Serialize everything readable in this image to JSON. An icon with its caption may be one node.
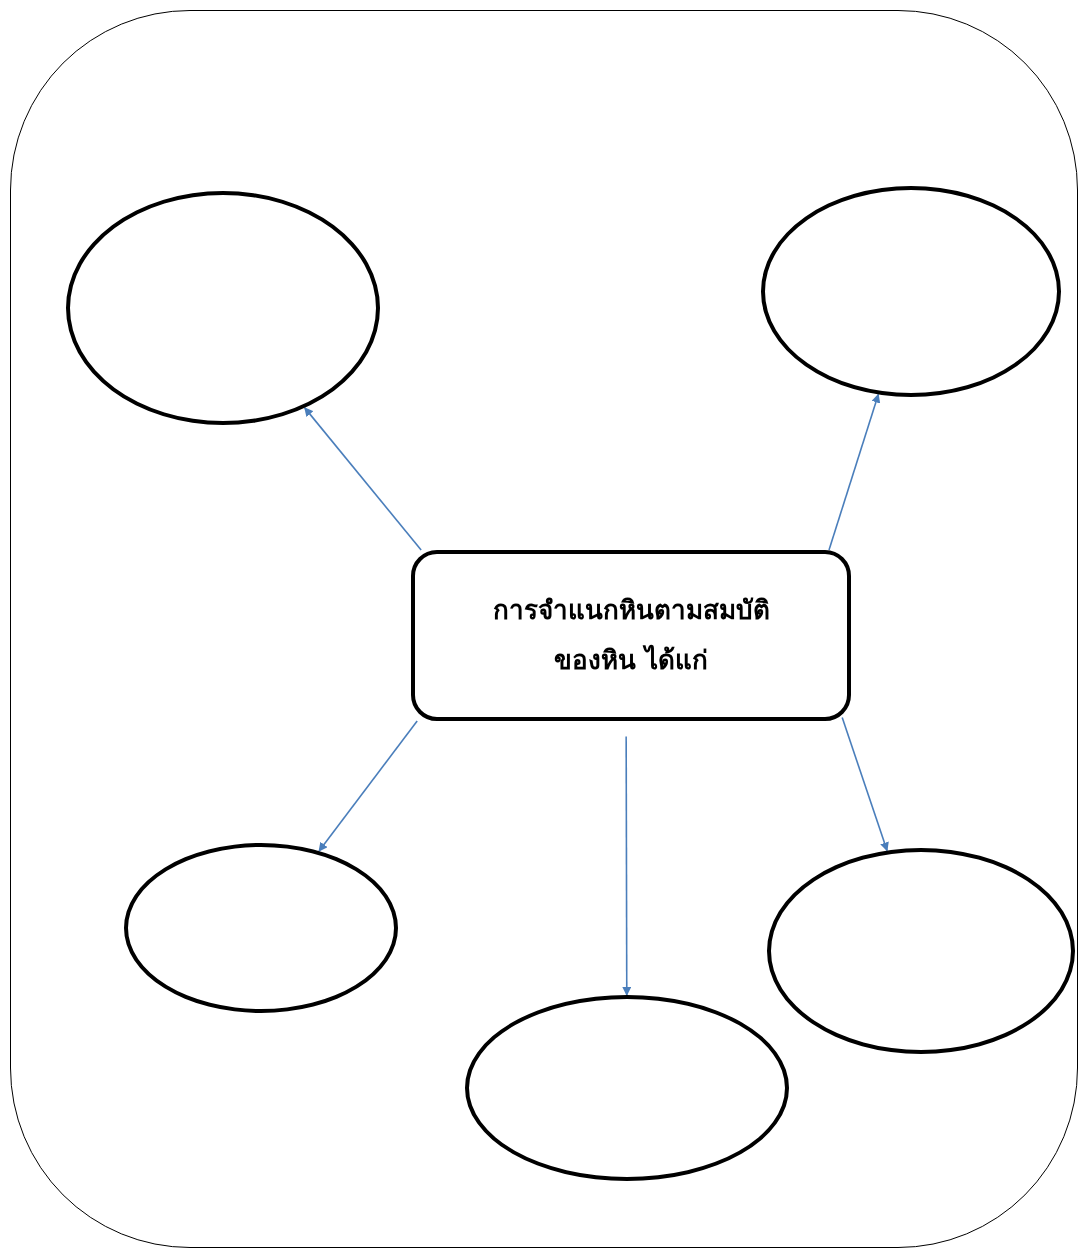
{
  "diagram": {
    "nodes": [
      {
        "text": [],
        "shape": "box"
      },
      {
        "text": [
          "การจำแนกหินตามสมบัติของหิน ได้แก่"
        ],
        "in": 0
      },
      {
        "text": [],
        "shape": "circle",
        "in": 0
      },
      {
        "text": [],
        "shape": "circle",
        "in": 0
      },
      {
        "text": [],
        "shape": "circle",
        "in": 0
      },
      {
        "text": [],
        "shape": "circle",
        "in": 0
      },
      {
        "text": [],
        "shape": "circle",
        "in": 0
      }
    ],
    "edges": [
      {
        "from": 1,
        "to": 2,
        "arrow": "to"
      },
      {
        "from": 1,
        "to": 3,
        "arrow": "to"
      },
      {
        "from": 1,
        "to": 4,
        "arrow": "to"
      },
      {
        "from": 1,
        "to": 5,
        "arrow": "to"
      },
      {
        "from": 1,
        "to": 6,
        "arrow": "to"
      }
    ]
  }
}
